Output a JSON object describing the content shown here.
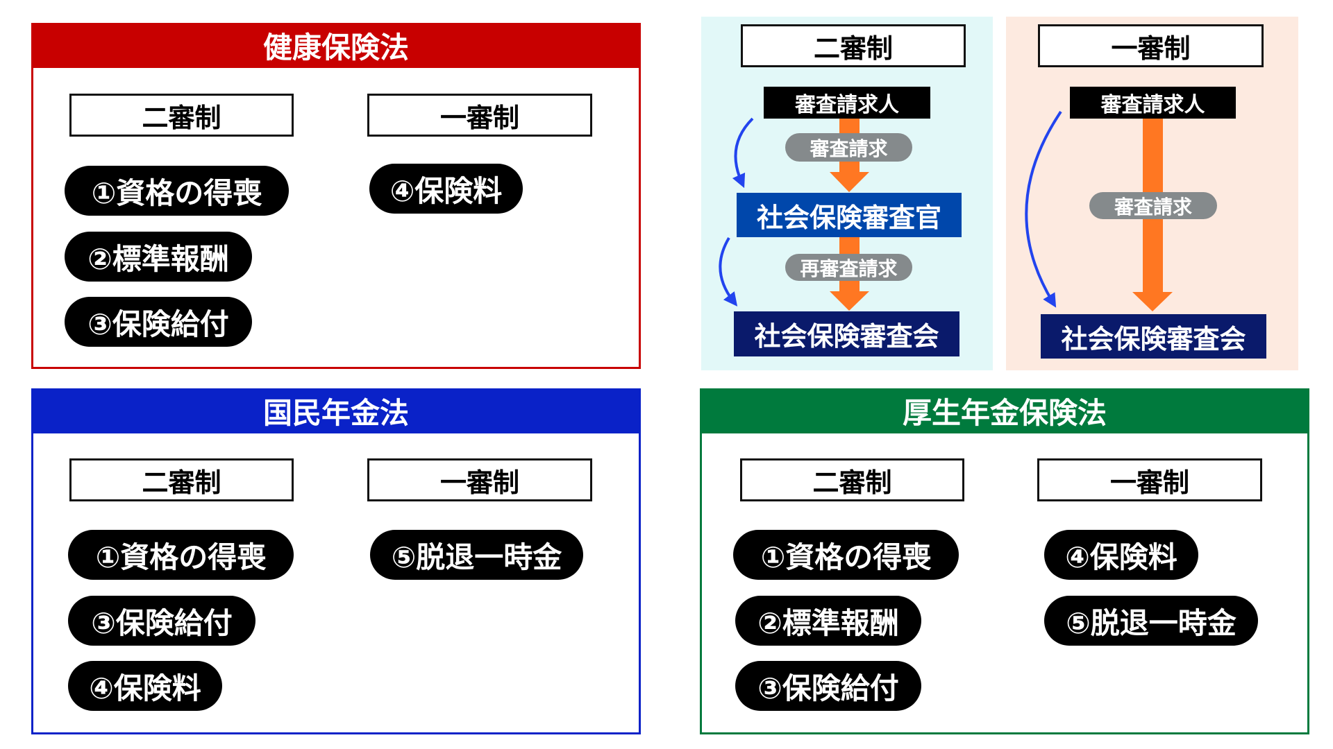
{
  "colors": {
    "red": "#C80000",
    "blue": "#0A22C8",
    "green": "#007A3D",
    "light_blue_bg": "#E2F8F8",
    "peach_bg": "#FDEAE0",
    "orange": "#FF7722",
    "officer_blue": "#0047AB",
    "council_navy": "#0A1A6B"
  },
  "two_tier": "二審制",
  "one_tier": "一審制",
  "health": {
    "title": "健康保険法",
    "two": [
      "①資格の得喪",
      "②標準報酬",
      "③保険給付"
    ],
    "one": [
      "④保険料"
    ]
  },
  "national": {
    "title": "国民年金法",
    "two": [
      "①資格の得喪",
      "③保険給付",
      "④保険料"
    ],
    "one": [
      "⑤脱退一時金"
    ]
  },
  "welfare": {
    "title": "厚生年金保険法",
    "two": [
      "①資格の得喪",
      "②標準報酬",
      "③保険給付"
    ],
    "one": [
      "④保険料",
      "⑤脱退一時金"
    ]
  },
  "flow_two": {
    "title": "二審制",
    "claimant": "審査請求人",
    "step1": "審査請求",
    "officer": "社会保険審査官",
    "step2": "再審査請求",
    "council": "社会保険審査会"
  },
  "flow_one": {
    "title": "一審制",
    "claimant": "審査請求人",
    "step1": "審査請求",
    "council": "社会保険審査会"
  }
}
